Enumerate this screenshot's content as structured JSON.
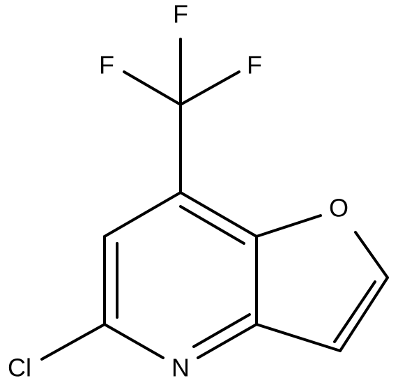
{
  "atoms": {
    "fluorine_top": "F",
    "fluorine_left": "F",
    "fluorine_right": "F",
    "oxygen": "O",
    "nitrogen": "N",
    "chlorine": "Cl"
  },
  "colors": {
    "bond": "#000000",
    "label": "#000000",
    "background": "#ffffff"
  }
}
